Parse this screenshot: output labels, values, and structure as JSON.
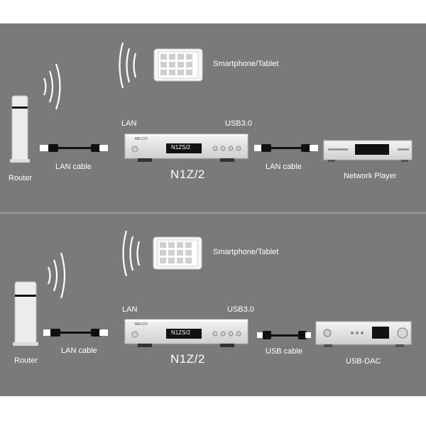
{
  "colors": {
    "background": "#7a7a7a",
    "page": "#ffffff",
    "text": "#ffffff",
    "device_silver": "#e8e8e8",
    "display": "#111111",
    "cable": "#111111"
  },
  "icons": [
    "router-icon",
    "wifi-waves-icon",
    "tablet-icon",
    "server-device-icon",
    "network-player-icon",
    "usb-dac-icon",
    "lan-cable-icon",
    "usb-cable-icon"
  ],
  "top": {
    "router_label": "Router",
    "lan_cable_left": "LAN cable",
    "lan_port_label": "LAN",
    "usb_port_label": "USB3.0",
    "device_name": "N1Z/2",
    "device_display": "N1ZS/2",
    "lan_cable_right": "LAN cable",
    "player_label": "Network Player",
    "tablet_label": "Smartphone/Tablet"
  },
  "bottom": {
    "router_label": "Router",
    "lan_cable_label": "LAN cable",
    "lan_port_label": "LAN",
    "usb_port_label": "USB3.0",
    "device_name": "N1Z/2",
    "device_display": "N1ZS/2",
    "usb_cable_label": "USB cable",
    "dac_label": "USB-DAC",
    "tablet_label": "Smartphone/Tablet"
  }
}
